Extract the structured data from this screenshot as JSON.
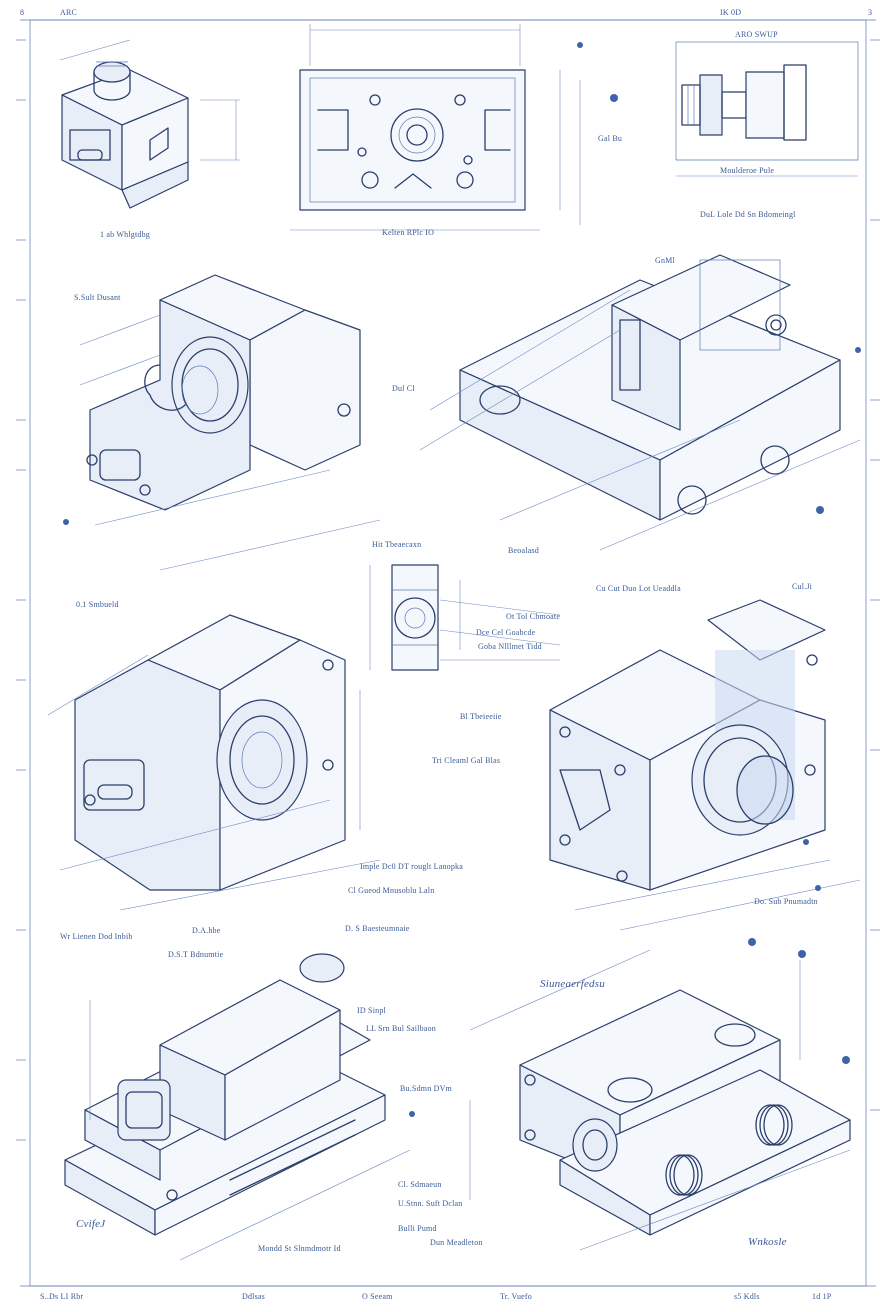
{
  "sheet": {
    "corner_marks": [
      "8",
      "3",
      "IK 0D",
      "ARC"
    ],
    "labels": {
      "top_left_caption": "1 ab Whlgtdbg",
      "top_mid_caption": "Kelten RPlc IO",
      "top_right_caption": "Moulderoe Pule",
      "top_right_header": "ARO SWUP",
      "mid_label_1": "Hit Tbeaecaxn",
      "mid_label_2": "Beoalasd",
      "mid_label_3": "Cu Cut Duo Lot Ueaddla",
      "mid_label_4": "Bl Tbeieeiie",
      "mid_label_5": "Tri Cleaml Gal Blas",
      "mid_label_6": "Imple Dc0 DT rouglt Lanopka",
      "mid_label_7": "Cl Gueod Mnusoblu Laln",
      "left_label_1": "0.1 Smbueld",
      "left_label_2": "S.Sult Dusant",
      "left_label_3": "Wr Lienen Dod Inbib",
      "left_label_4": "D.A.hbe",
      "left_label_5": "D.S.T Bdnumtie",
      "left_label_6": "D. S Baesteumnaie",
      "right_label_1": "DuL Lole Dd Sn Bdomeingl",
      "right_label_2": "Do. Sub Pnumadtn",
      "bottom_label_1": "Mondd St Slnmdmotr Id",
      "bottom_label_2": "LL Srn Bul Sailbaon",
      "bottom_label_3": "Bu.Sdmn DVm",
      "bottom_label_4": "Cl. Sdmaeun",
      "bottom_label_5": "U.Stnn. Suft Dclan",
      "bottom_label_6": "Bulli Pumd",
      "bottom_label_7": "Dun Meadleton",
      "center_callout_1": "Ot Tol Cbmoate",
      "center_callout_2": "Dce Cel Goabcde",
      "center_callout_3": "Goba Nlllmet Tidd",
      "dim_1": "ID Sinpl",
      "dim_2": "Dul Cl",
      "dim_3": "GnMl",
      "dim_4": "Gal Bu",
      "dim_5": "Cul.Ji",
      "script_bottom_left": "CvifeJ",
      "script_bottom_right": "Wnkosle",
      "script_bottom_center": "Siuneaerfedsu",
      "footer_1": "S..Ds LI Rbr",
      "footer_2": "Ddlsas",
      "footer_3": "O Seeam",
      "footer_4": "Tr. Vuefo",
      "footer_5": "s5 Kdls",
      "footer_6": "1d 1P"
    },
    "colors": {
      "line": "#2b3f6b",
      "dim": "#6f8cc4",
      "tint": "#c9d8f0",
      "paper": "#ffffff"
    }
  }
}
